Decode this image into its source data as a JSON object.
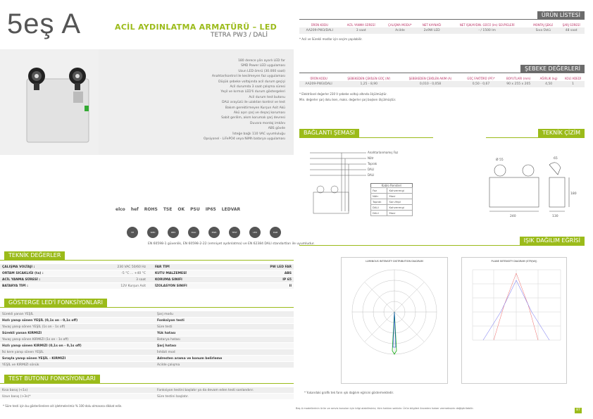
{
  "brand": "5eş A",
  "product": {
    "title": "ACİL AYDINLATMA ARMATÜRÜ – LED",
    "subtitle": "TETRA PW3 / DALİ"
  },
  "urun_listesi": {
    "header": "ÜRÜN LİSTESİ",
    "columns": [
      "ÜRÜN KODU",
      "ACİL YANMA SÜRESİ",
      "ÇALIŞMA MODU*",
      "NET KAYNAĞI",
      "NET IŞIK/AYDIN. GÜCÜ (lm) SEVİYELERİ",
      "MONTAJ ŞEKLİ",
      "ŞARJ SÜRESİ"
    ],
    "row": [
      "AA209-PW3/DALI",
      "3 saat",
      "Acilde",
      "2x9W LED",
      "- / 1500 lm",
      "Sıva Üstü",
      "48 saat"
    ],
    "note": "* Acil ve Sürekli modlar için seçim yapılabilir."
  },
  "sebeke": {
    "header": "ŞEBEKE DEĞERLERİ",
    "columns": [
      "ÜRÜN KODU",
      "ŞEBEKEDEN ÇEKİLEN GÜÇ (W)",
      "ŞEBEKEDEN ÇEKİLEN AKIM (A)",
      "GÜÇ FAKTÖRÜ (PF)*",
      "BOYUTLARI (mm)",
      "AĞIRLIK (kg)",
      "KOLİ ADEDİ"
    ],
    "row": [
      "AA209-PW3/DALI",
      "1,25 - 8,90",
      "0,010 - 0,058",
      "0,50 - 0,67",
      "90 x 255 x 205",
      "4,50",
      "1"
    ],
    "note1": "* Elektriksel değerler 230 V şebeke voltajı altında ölçülmüştür.",
    "note2": "Min. değerler şarj dolu iken, maks. değerler şarj boşken ölçülmüştür."
  },
  "features": [
    "180 derece yön ayarlı LED far",
    "SMD Power LED uygulaması",
    "Uzun LED ömrü (30.000 saat)",
    "Anahtar/kontrol ile kesilmeyen faz uygulaması",
    "Düşük şebeke voltajında acil durum geçişi",
    "Acil durumda 3 saat çalışma süresi",
    "Yeşil ve kırmızı LED'li durum göstergeleri",
    "Acil durum test butonu",
    "DALI arayüzü ile uzaktan kontrol ve test",
    "Bakım gerektirmeyen Kurşun Asit Akü",
    "Akü aşırı şarj ve deşarj koruması",
    "Sabit gerilim, akım korumalı şarj devresi",
    "Duvara montaj imkânı",
    "ABS gövde",
    "İsteğe bağlı 110 VAC uyumluluğu",
    "Opsiyonel - LiFePO4 veya NiMh batarya uygulaması"
  ],
  "certs": [
    "elco",
    "hef",
    "ROHS",
    "TSE",
    "OK",
    "PSU",
    "IP65",
    "LEDVAR"
  ],
  "badges": [
    "3H",
    "SMD",
    "IP65",
    "DALI",
    "PWR",
    "TEST",
    "LED",
    "RGB"
  ],
  "standards": "EN 60598-1 güvenlik, EN 60598-2-22 (emniyet aydınlatma) ve EN 62384 DALI standartları ile uyumludur.",
  "teknik": {
    "header": "TEKNİK DEĞERLER",
    "rows": [
      [
        "ÇALIŞMA VOLTAJI :",
        "230 VAC 50/60 Hz",
        "FAR TİPİ",
        "PW LED FAR"
      ],
      [
        "ORTAM SICAKLIĞI (ta) :",
        "-5 °C ... +40 °C",
        "KUTU MALZEMESİ",
        "ABS"
      ],
      [
        "ACİL YANMA SÜRESİ :",
        "3 saat",
        "KORUMA SINIFI",
        "IP 65"
      ],
      [
        "BATARYA TİPİ :",
        "12V Kurşun Asit",
        "İZOLASYON SINIFI",
        "II"
      ]
    ]
  },
  "gosterge": {
    "header": "GÖSTERGE LED'İ FONKSİYONLARI",
    "rows": [
      [
        "Sürekli yanan YEŞİL",
        "Şarj modu"
      ],
      [
        "Hızlı yanıp sönen YEŞİL (0,1s on - 0,1s off)",
        "Fonksiyon testi"
      ],
      [
        "Yavaş yanıp sönen YEŞİL (1s on - 1s off)",
        "Süre testi"
      ],
      [
        "Sürekli yanan KIRMIZI",
        "Yük hatası"
      ],
      [
        "Yavaş yanıp sönen KIRMIZI (1s on - 1s off)",
        "Batarya hatası"
      ],
      [
        "Hızlı yanıp sönen KIRMIZI (0,1s on - 0,1s off)",
        "Şarj hatası"
      ],
      [
        "İki kere yanıp sönen YEŞİL",
        "İnhibit mod"
      ],
      [
        "Sırayla yanıp sönen YEŞİL - KIRMIZI",
        "Adresten arama ve konum belirleme"
      ],
      [
        "YEŞİL ve KIRMIZI sönük",
        "Acilde çalışma"
      ]
    ]
  },
  "test_btn": {
    "header": "TEST BUTONU FONKSİYONLARI",
    "rows": [
      [
        "Kısa basış (<1s)",
        "Fonksiyon testini başlatır ya da devam eden testi sonlandırır."
      ],
      [
        "Uzun basış (>3s)*",
        "Süre testini başlatır."
      ]
    ],
    "note": "* Süre testi için bu gösterilenlere ait işletmelerimiz % 100 dolu olmasına dikkat edin."
  },
  "baglanti": {
    "header": "BAĞLANTI ŞEMASI",
    "labels": [
      "Anahtarlanmamış Faz",
      "Nötr",
      "Toprak",
      "DALI",
      "DALI"
    ],
    "table_title": "Kablo Renkleri",
    "table": [
      [
        "Faz",
        "Kahverengi"
      ],
      [
        "Nötr",
        "Mavi"
      ],
      [
        "Toprak",
        "Sarı-Yeşil"
      ],
      [
        "DALI",
        "Kahverengi"
      ],
      [
        "DALI",
        "Mavi"
      ]
    ]
  },
  "teknik_cizim": {
    "header": "TEKNİK ÇİZİM",
    "dims": [
      "Ø 55",
      "65",
      "180",
      "240",
      "130"
    ]
  },
  "isik": {
    "header": "IŞIK DAĞILIM EĞRİSİ",
    "left_title": "LUMINOUS INTENSITY DISTRIBUTION DIAGRAM",
    "right_title": "PLANE INTENSITY DIAGRAM (STR(W))",
    "note": "* Yukarıdaki grafik tek farın ışık dağılım eğrisini göstermektedir."
  },
  "footer": "Beş A modellerinin ürün ve servis konuları için bilgi alabilirsiniz; tüm hakları saklıdır. Ürün bilgileri önceden haber vermeksizin değiştirilebilir.",
  "page": "87",
  "colors": {
    "accent": "#9bbb1a",
    "dark": "#6b6b6b"
  }
}
